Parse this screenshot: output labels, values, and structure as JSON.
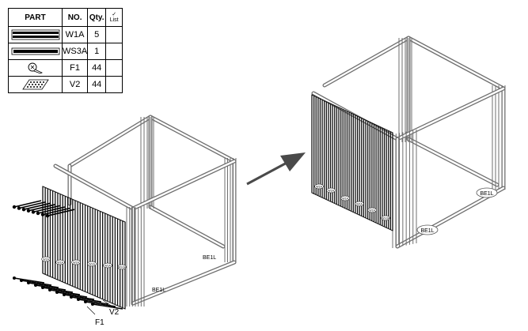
{
  "parts_table": {
    "headers": {
      "part": "PART",
      "no": "NO.",
      "qty": "Qty.",
      "list": "List"
    },
    "rows": [
      {
        "icon": "double-rail-icon",
        "no": "W1A",
        "qty": "5"
      },
      {
        "icon": "single-rail-icon",
        "no": "WS3A",
        "qty": "1"
      },
      {
        "icon": "screw-icon",
        "no": "F1",
        "qty": "44"
      },
      {
        "icon": "nut-plate-icon",
        "no": "V2",
        "qty": "44"
      }
    ]
  },
  "left_figure": {
    "callouts": {
      "screw": "F1",
      "nut": "V2",
      "beam_front": "BE1L",
      "beam_side": "BE1L"
    },
    "panel_tags": [
      "W1A",
      "W1A",
      "W1A",
      "W1A",
      "W1A",
      "WS3A"
    ]
  },
  "right_figure": {
    "callouts": {
      "beam_side": "BE1L",
      "beam_front": "BE1L"
    },
    "panel_tags": [
      "W1A",
      "W1A",
      "W1A",
      "W1A",
      "W1A",
      "WS3A"
    ]
  },
  "arrow": {
    "icon": "direction-arrow-icon"
  },
  "colors": {
    "frame": "#6f6f6f",
    "panel": "#111111",
    "line": "#000000"
  }
}
